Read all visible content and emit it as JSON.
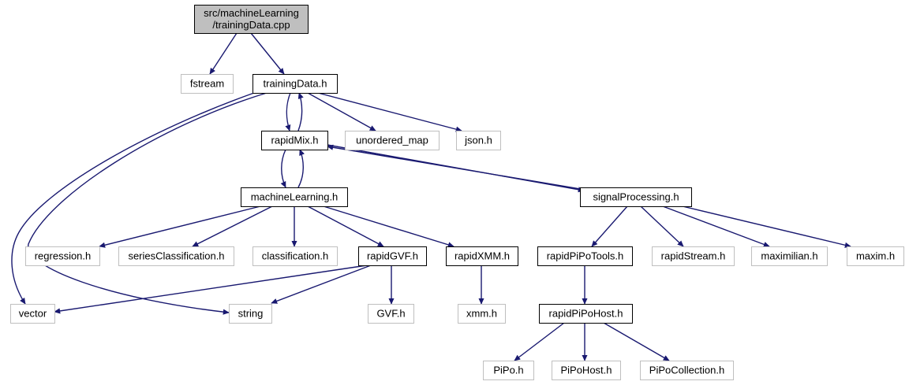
{
  "colors": {
    "edge": "#191970",
    "node_border_main": "#000000",
    "node_border_external": "#bfbfbf",
    "root_fill": "#bfbfbf",
    "node_fill": "#ffffff"
  },
  "nodes": [
    {
      "id": "root",
      "lines": [
        "src/machineLearning",
        "/trainingData.cpp"
      ],
      "kind": "root"
    },
    {
      "id": "fstream",
      "lines": [
        "fstream"
      ],
      "kind": "external"
    },
    {
      "id": "trainingData_h",
      "lines": [
        "trainingData.h"
      ],
      "kind": "documented"
    },
    {
      "id": "rapidMix_h",
      "lines": [
        "rapidMix.h"
      ],
      "kind": "documented"
    },
    {
      "id": "unordered_map",
      "lines": [
        "unordered_map"
      ],
      "kind": "external"
    },
    {
      "id": "json_h",
      "lines": [
        "json.h"
      ],
      "kind": "external"
    },
    {
      "id": "machineLearning_h",
      "lines": [
        "machineLearning.h"
      ],
      "kind": "documented"
    },
    {
      "id": "signalProcessing_h",
      "lines": [
        "signalProcessing.h"
      ],
      "kind": "documented"
    },
    {
      "id": "regression_h",
      "lines": [
        "regression.h"
      ],
      "kind": "external"
    },
    {
      "id": "seriesClassification_h",
      "lines": [
        "seriesClassification.h"
      ],
      "kind": "external"
    },
    {
      "id": "classification_h",
      "lines": [
        "classification.h"
      ],
      "kind": "external"
    },
    {
      "id": "rapidGVF_h",
      "lines": [
        "rapidGVF.h"
      ],
      "kind": "documented"
    },
    {
      "id": "rapidXMM_h",
      "lines": [
        "rapidXMM.h"
      ],
      "kind": "documented"
    },
    {
      "id": "rapidPiPoTools_h",
      "lines": [
        "rapidPiPoTools.h"
      ],
      "kind": "documented"
    },
    {
      "id": "rapidStream_h",
      "lines": [
        "rapidStream.h"
      ],
      "kind": "external"
    },
    {
      "id": "maximilian_h",
      "lines": [
        "maximilian.h"
      ],
      "kind": "external"
    },
    {
      "id": "maxim_h",
      "lines": [
        "maxim.h"
      ],
      "kind": "external"
    },
    {
      "id": "vector",
      "lines": [
        "vector"
      ],
      "kind": "external"
    },
    {
      "id": "string",
      "lines": [
        "string"
      ],
      "kind": "external"
    },
    {
      "id": "GVF_h",
      "lines": [
        "GVF.h"
      ],
      "kind": "external"
    },
    {
      "id": "xmm_h",
      "lines": [
        "xmm.h"
      ],
      "kind": "external"
    },
    {
      "id": "rapidPiPoHost_h",
      "lines": [
        "rapidPiPoHost.h"
      ],
      "kind": "documented"
    },
    {
      "id": "PiPo_h",
      "lines": [
        "PiPo.h"
      ],
      "kind": "external"
    },
    {
      "id": "PiPoHost_h",
      "lines": [
        "PiPoHost.h"
      ],
      "kind": "external"
    },
    {
      "id": "PiPoCollection_h",
      "lines": [
        "PiPoCollection.h"
      ],
      "kind": "external"
    }
  ],
  "edges": [
    {
      "from": "root",
      "to": "fstream"
    },
    {
      "from": "root",
      "to": "trainingData_h"
    },
    {
      "from": "trainingData_h",
      "to": "rapidMix_h"
    },
    {
      "from": "rapidMix_h",
      "to": "trainingData_h"
    },
    {
      "from": "trainingData_h",
      "to": "unordered_map"
    },
    {
      "from": "trainingData_h",
      "to": "json_h"
    },
    {
      "from": "trainingData_h",
      "to": "vector"
    },
    {
      "from": "trainingData_h",
      "to": "string"
    },
    {
      "from": "rapidMix_h",
      "to": "machineLearning_h"
    },
    {
      "from": "machineLearning_h",
      "to": "rapidMix_h"
    },
    {
      "from": "rapidMix_h",
      "to": "signalProcessing_h"
    },
    {
      "from": "signalProcessing_h",
      "to": "rapidMix_h"
    },
    {
      "from": "machineLearning_h",
      "to": "regression_h"
    },
    {
      "from": "machineLearning_h",
      "to": "seriesClassification_h"
    },
    {
      "from": "machineLearning_h",
      "to": "classification_h"
    },
    {
      "from": "machineLearning_h",
      "to": "rapidGVF_h"
    },
    {
      "from": "machineLearning_h",
      "to": "rapidXMM_h"
    },
    {
      "from": "rapidGVF_h",
      "to": "vector"
    },
    {
      "from": "rapidGVF_h",
      "to": "string"
    },
    {
      "from": "rapidGVF_h",
      "to": "GVF_h"
    },
    {
      "from": "rapidXMM_h",
      "to": "xmm_h"
    },
    {
      "from": "signalProcessing_h",
      "to": "rapidPiPoTools_h"
    },
    {
      "from": "signalProcessing_h",
      "to": "rapidStream_h"
    },
    {
      "from": "signalProcessing_h",
      "to": "maximilian_h"
    },
    {
      "from": "signalProcessing_h",
      "to": "maxim_h"
    },
    {
      "from": "rapidPiPoTools_h",
      "to": "rapidPiPoHost_h"
    },
    {
      "from": "rapidPiPoHost_h",
      "to": "PiPo_h"
    },
    {
      "from": "rapidPiPoHost_h",
      "to": "PiPoHost_h"
    },
    {
      "from": "rapidPiPoHost_h",
      "to": "PiPoCollection_h"
    }
  ]
}
